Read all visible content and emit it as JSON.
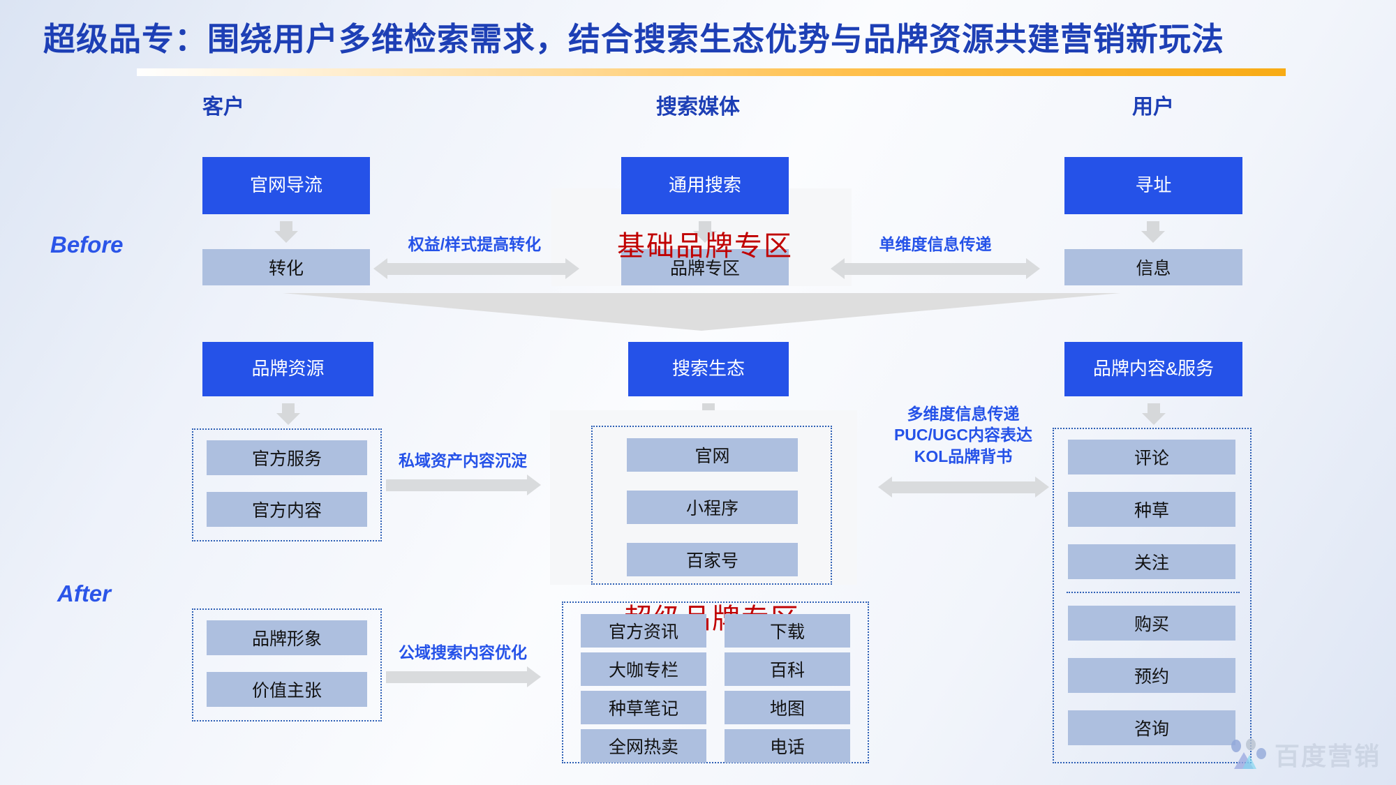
{
  "title": "超级品专：围绕用户多维检索需求，结合搜索生态优势与品牌资源共建营销新玩法",
  "colors": {
    "title_blue": "#1d3fb5",
    "accent_blue": "#2552e8",
    "pale_blue": "#adbfdf",
    "arrow_grey": "#d9dbdd",
    "red": "#c00000",
    "underline_gold": "#f8ab15"
  },
  "columns": {
    "customer": "客户",
    "media": "搜索媒体",
    "user": "用户"
  },
  "stages": {
    "before": "Before",
    "after": "After"
  },
  "before": {
    "left": {
      "top_box": "官网导流",
      "bottom_box": "转化"
    },
    "center": {
      "top_box": "通用搜索",
      "bottom_box": "品牌专区",
      "overlay_caption": "基础品牌专区"
    },
    "right": {
      "top_box": "寻址",
      "bottom_box": "信息"
    },
    "arrow_left_caption": "权益/样式提高转化",
    "arrow_right_caption": "单维度信息传递"
  },
  "after": {
    "left": {
      "top_box": "品牌资源",
      "group_private": [
        "官方服务",
        "官方内容"
      ],
      "group_public": [
        "品牌形象",
        "价值主张"
      ],
      "arrow_private_caption": "私域资产内容沉淀",
      "arrow_public_caption": "公域搜索内容优化"
    },
    "center": {
      "top_box": "搜索生态",
      "ecosystem": [
        "官网",
        "小程序",
        "百家号"
      ],
      "overlay_caption": "超级品牌专区",
      "zone_grid_left": [
        "官方资讯",
        "大咖专栏",
        "种草笔记",
        "全网热卖"
      ],
      "zone_grid_right": [
        "下载",
        "百科",
        "地图",
        "电话"
      ]
    },
    "right": {
      "top_box": "品牌内容&服务",
      "group_upper": [
        "评论",
        "种草",
        "关注"
      ],
      "group_lower": [
        "购买",
        "预约",
        "咨询"
      ],
      "arrow_caption_lines": [
        "多维度信息传递",
        "PUC/UGC内容表达",
        "KOL品牌背书"
      ]
    }
  },
  "watermark": {
    "text": "百度营销"
  }
}
